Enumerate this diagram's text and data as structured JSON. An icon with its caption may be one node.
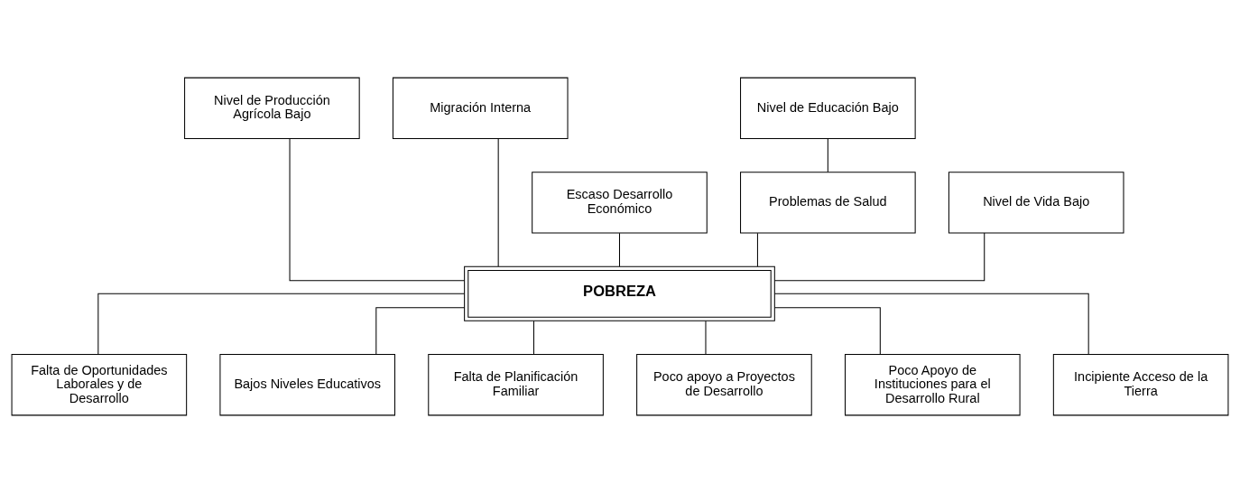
{
  "diagram": {
    "nodes": [
      {
        "text": [
          "Nivel de Producción Agrícola Bajo"
        ]
      },
      {
        "text": [
          "Nivel de Educación Bajo"
        ]
      },
      {
        "text": [
          "Migración Interna"
        ]
      },
      {
        "text": [
          "Escaso Desarrollo Económico"
        ]
      },
      {
        "text": [
          "Problemas de Salud"
        ]
      },
      {
        "text": [
          "Nivel de Vida Bajo"
        ]
      },
      {
        "text": [
          "POBREZA"
        ]
      },
      {
        "text": [
          "Falta de Oportunidades Laborales y de Desarrollo"
        ]
      },
      {
        "text": [
          "Bajos Niveles Educativos"
        ]
      },
      {
        "text": [
          "Falta de Planificación Familiar"
        ]
      },
      {
        "text": [
          "Poco apoyo a Proyectos de Desarrollo"
        ]
      },
      {
        "text": [
          "Poco Apoyo de Instituciones para el Desarrollo Rural"
        ]
      },
      {
        "text": [
          "Incipiente Acceso de la Tierra"
        ]
      }
    ],
    "edges": [
      {
        "from": 0,
        "to": 6,
        "arrow": "none"
      },
      {
        "from": 1,
        "to": 4,
        "arrow": "none"
      },
      {
        "from": 2,
        "to": 6,
        "arrow": "none"
      },
      {
        "from": 3,
        "to": 6,
        "arrow": "none"
      },
      {
        "from": 4,
        "to": 6,
        "arrow": "none"
      },
      {
        "from": 5,
        "to": 6,
        "arrow": "none"
      },
      {
        "from": 6,
        "to": 7,
        "arrow": "none"
      },
      {
        "from": 6,
        "to": 8,
        "arrow": "none"
      },
      {
        "from": 6,
        "to": 9,
        "arrow": "none"
      },
      {
        "from": 6,
        "to": 10,
        "arrow": "none"
      },
      {
        "from": 6,
        "to": 11,
        "arrow": "none"
      },
      {
        "from": 6,
        "to": 12,
        "arrow": "none"
      }
    ]
  }
}
